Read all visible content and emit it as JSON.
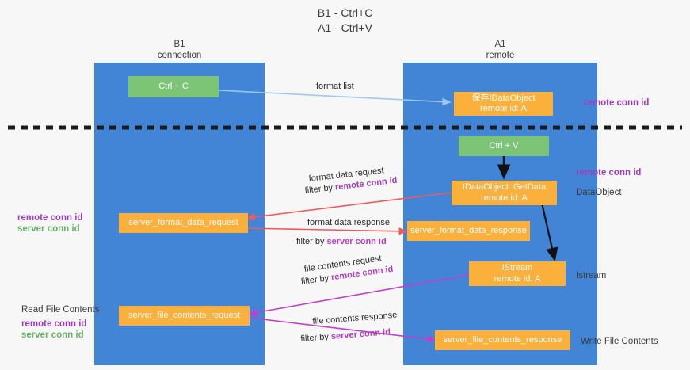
{
  "title": {
    "line1": "B1 - Ctrl+C",
    "line2": "A1 - Ctrl+V"
  },
  "columns": [
    {
      "name": "B1",
      "sub": "connection"
    },
    {
      "name": "A1",
      "sub": "remote"
    }
  ],
  "nodes": {
    "ctrl_c": {
      "label": "Ctrl + C"
    },
    "save_idataobject": {
      "label": "保存IDataObject",
      "sub": "remote id: A"
    },
    "ctrl_v": {
      "label": "Ctrl + V"
    },
    "getdata": {
      "label": "IDataObject::GetData",
      "sub": "remote id: A"
    },
    "format_req": {
      "label": "server_format_data_request"
    },
    "format_res": {
      "label": "server_format_data_response"
    },
    "istream": {
      "label": "IStream",
      "sub": "remote id: A"
    },
    "file_req": {
      "label": "server_file_contents_request"
    },
    "file_res": {
      "label": "server_file_contents_response"
    }
  },
  "edges": {
    "format_list": "format list",
    "format_data_request": "format data request",
    "format_data_request_filter_prefix": "filter by ",
    "format_data_request_filter_key": "remote conn id",
    "format_data_response": "format data response",
    "format_data_response_filter_prefix": "filter by ",
    "format_data_response_filter_key": "server conn id",
    "file_contents_request": "file contents request",
    "file_contents_request_filter_prefix": "filter by ",
    "file_contents_request_filter_key": "remote conn id",
    "file_contents_response": "file contents response",
    "file_contents_response_filter_prefix": "filter by ",
    "file_contents_response_filter_key": "server conn id"
  },
  "right_labels": {
    "remote_conn_id_top": "remote conn id",
    "remote_conn_id_mid": "remote conn id",
    "dataobject": "DataObject",
    "istream": "Istream",
    "write_file_contents": "Write File Contents"
  },
  "left_labels": {
    "remote_conn_id": "remote conn id",
    "server_conn_id": "server conn id",
    "read_file_contents": "Read File Contents",
    "remote_conn_id_2": "remote conn id",
    "server_conn_id_2": "server conn id"
  },
  "colors": {
    "lane": "#4285d6",
    "green_node": "#7cc576",
    "orange_node": "#fbb03b",
    "purple": "#9b3fbd",
    "green_text": "#68b36b",
    "arrow_blue": "#9cc8ef",
    "arrow_red": "#f05a5a",
    "arrow_magenta": "#c040cc",
    "arrow_black": "#111111",
    "divider": "#1a1a1a"
  }
}
